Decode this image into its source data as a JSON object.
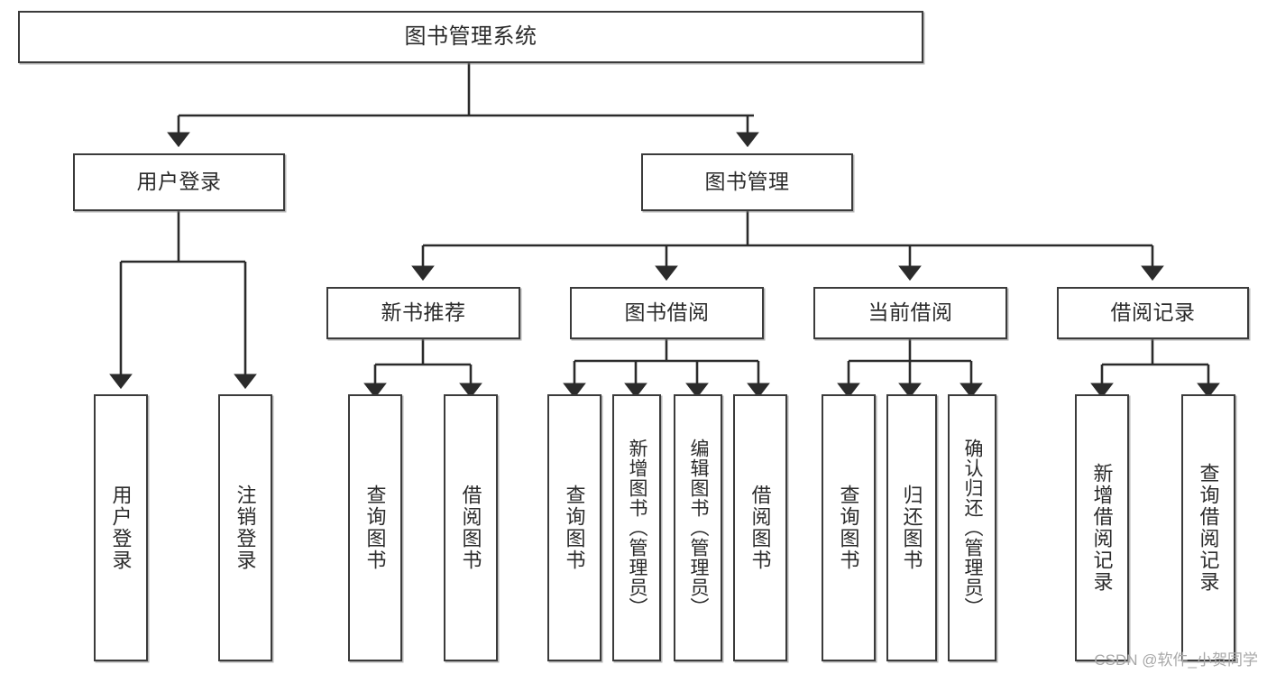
{
  "diagram": {
    "type": "tree-hierarchy",
    "title": "图书管理系统",
    "orientation": "top-down",
    "colors": {
      "border": "#3b3b3b",
      "text": "#2b2b2b",
      "background": "#ffffff",
      "edge": "#2b2b2b",
      "watermark": "#a8a8a8"
    },
    "root": {
      "label": "图书管理系统"
    },
    "level2": [
      {
        "label": "用户登录"
      },
      {
        "label": "图书管理"
      }
    ],
    "level3": [
      {
        "label": "新书推荐"
      },
      {
        "label": "图书借阅"
      },
      {
        "label": "当前借阅"
      },
      {
        "label": "借阅记录"
      }
    ],
    "leaves": {
      "user_login": [
        {
          "label": "用户登录"
        },
        {
          "label": "注销登录"
        }
      ],
      "new_book_recommend": [
        {
          "label": "查询图书"
        },
        {
          "label": "借阅图书"
        }
      ],
      "book_borrow": [
        {
          "label": "查询图书"
        },
        {
          "label": "新增图书（管理员）"
        },
        {
          "label": "编辑图书（管理员）"
        },
        {
          "label": "借阅图书"
        }
      ],
      "current_borrow": [
        {
          "label": "查询图书"
        },
        {
          "label": "归还图书"
        },
        {
          "label": "确认归还（管理员）"
        }
      ],
      "borrow_record": [
        {
          "label": "新增借阅记录"
        },
        {
          "label": "查询借阅记录"
        }
      ]
    }
  },
  "watermark": {
    "text": "CSDN @软件_小贺同学"
  }
}
